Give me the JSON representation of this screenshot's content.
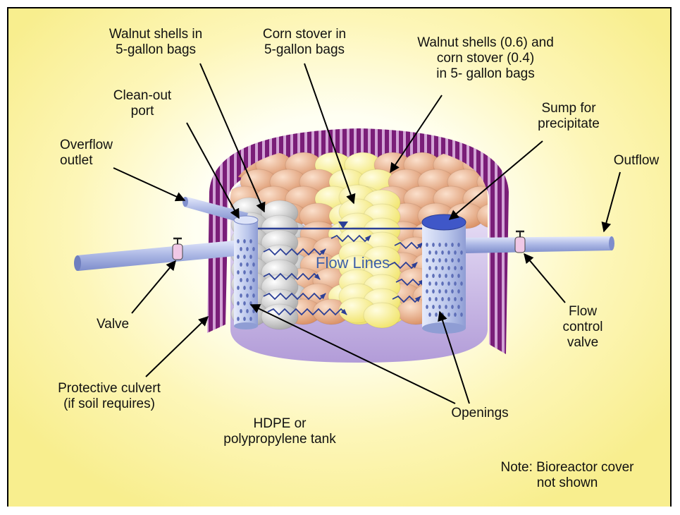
{
  "labels": {
    "walnut_shells": "Walnut shells in\n5-gallon bags",
    "corn_stover": "Corn stover in\n5-gallon bags",
    "mixed_bags": "Walnut shells (0.6) and\ncorn stover (0.4)\nin 5- gallon bags",
    "clean_out_port": "Clean-out\nport",
    "sump": "Sump for\nprecipitate",
    "overflow_outlet": "Overflow\noutlet",
    "outflow": "Outflow",
    "flow_lines": "Flow Lines",
    "valve": "Valve",
    "flow_control_valve": "Flow\ncontrol\nvalve",
    "protective_culvert": "Protective culvert\n(if soil requires)",
    "tank": "HDPE or\npolypropylene tank",
    "openings": "Openings",
    "note": "Note: Bioreactor cover\nnot shown"
  },
  "colors": {
    "culvert": "#7a1e78",
    "tank": "#c9b6e4",
    "walnut": "#e9ab85",
    "white_bags": "#d8d8d8",
    "corn": "#fbf39a",
    "pipe": "#b8c4ea",
    "flow_line": "#2b3f96"
  }
}
